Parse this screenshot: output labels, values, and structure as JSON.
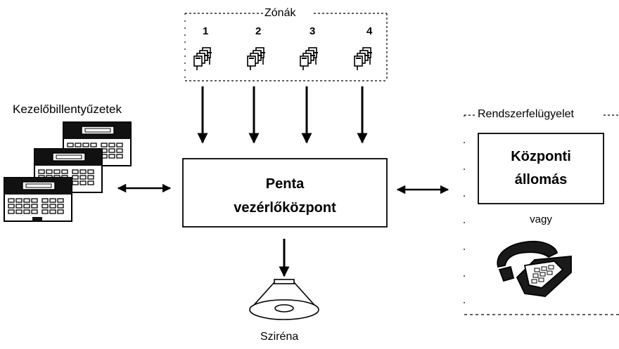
{
  "zones": {
    "title": "Zónák",
    "numbers": [
      "1",
      "2",
      "3",
      "4"
    ]
  },
  "keypads": {
    "label": "Kezelőbillentyűzetek"
  },
  "panel": {
    "line1": "Penta",
    "line2": "vezérlőközpont"
  },
  "monitoring": {
    "title": "Rendszerfelügyelet",
    "station_line1": "Központi",
    "station_line2": "állomás",
    "or_label": "vagy"
  },
  "siren": {
    "label": "Sziréna"
  }
}
